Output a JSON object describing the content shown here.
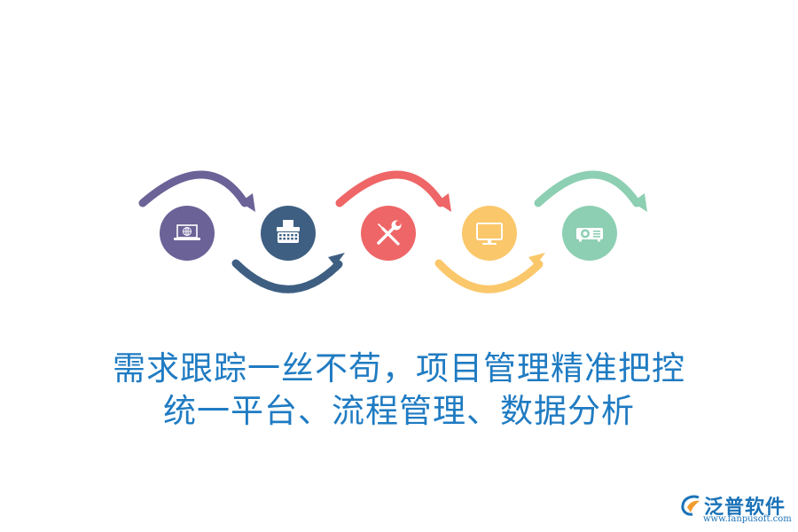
{
  "colors": {
    "purple": "#6b6297",
    "navy": "#3e5f82",
    "red": "#ee6667",
    "yellow": "#fbc76b",
    "green": "#8dcfb2",
    "caption_text": "#1f7bc2",
    "logo_text": "#1a72b8",
    "logo_orange": "#f39a2f",
    "white": "#ffffff"
  },
  "steps": [
    {
      "icon": "laptop-globe-icon",
      "color_key": "purple"
    },
    {
      "icon": "typewriter-icon",
      "color_key": "navy"
    },
    {
      "icon": "wrench-screwdriver-icon",
      "color_key": "red"
    },
    {
      "icon": "monitor-icon",
      "color_key": "yellow"
    },
    {
      "icon": "projector-icon",
      "color_key": "green"
    }
  ],
  "caption": {
    "line1": "需求跟踪一丝不苟，项目管理精准把控",
    "line2": "统一平台、流程管理、数据分析"
  },
  "logo": {
    "name": "泛普软件",
    "url": "www.fanpusoft.com"
  }
}
